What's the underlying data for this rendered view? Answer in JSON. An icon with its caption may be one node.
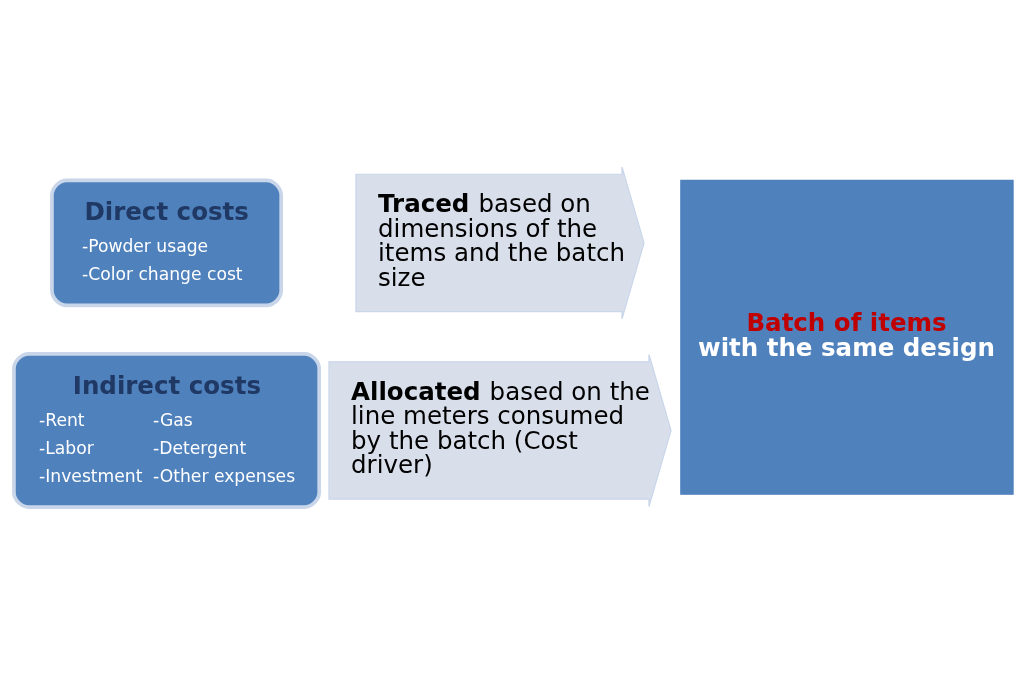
{
  "diagram": {
    "nodes": [
      {
        "text": [
          "Direct costs",
          "-Powder usage",
          "-Color change cost"
        ]
      },
      {
        "text": [
          "**Traced** based on dimensions of the items and the batch size"
        ]
      },
      {
        "text": [
          "Indirect costs",
          "-Rent",
          "-Gas",
          "-Labor",
          "-Detergent",
          "-Investment",
          "-Other expenses"
        ]
      },
      {
        "text": [
          "**Allocated** based on the line meters consumed by the batch (Cost driver)"
        ]
      },
      {
        "text": [
          "Batch of items",
          "with the same design"
        ]
      }
    ]
  }
}
